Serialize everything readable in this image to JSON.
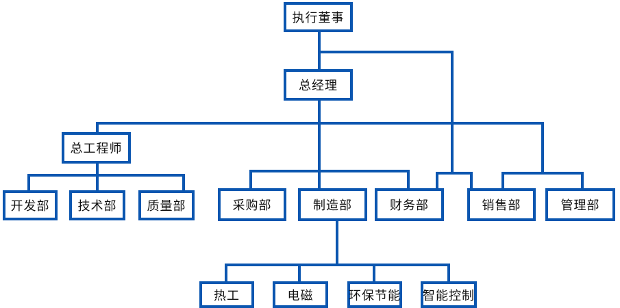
{
  "colors": {
    "line": "#0b56b0",
    "box_border": "#0b56b0",
    "text": "#111111",
    "background": "#ffffff"
  },
  "org_chart": {
    "executive_director": "执行董事",
    "general_manager": "总经理",
    "chief_engineer": "总工程师",
    "engineering_departments": [
      "开发部",
      "技术部",
      "质量部"
    ],
    "operations_departments": [
      "采购部",
      "制造部",
      "财务部"
    ],
    "direct_departments": [
      "销售部",
      "管理部"
    ],
    "manufacturing_units": [
      "热工",
      "电磁",
      "环保节能",
      "智能控制"
    ]
  }
}
